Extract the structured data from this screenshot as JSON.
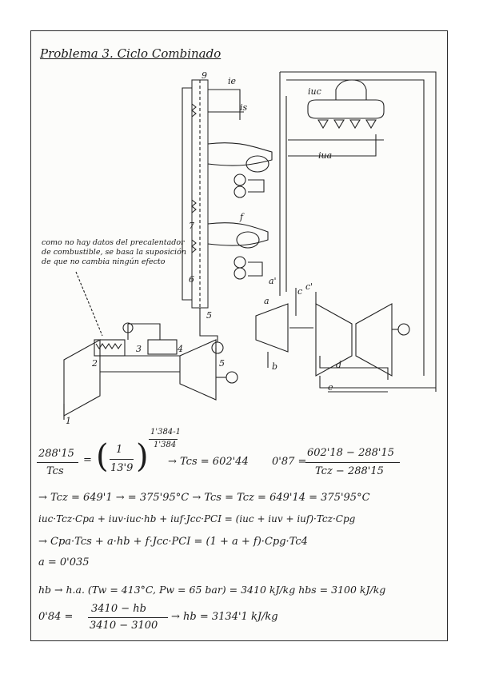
{
  "title": "Problema 3. Ciclo Combinado",
  "note": "como no hay datos del precalentador de combustible, se basa la suposición de que no cambia ningún efecto",
  "diagram_labels": {
    "point_9": "9",
    "ie": "ie",
    "is": "is",
    "iuc": "iuc",
    "iua": "iua",
    "point_f": "f",
    "point_7": "7",
    "point_6": "6",
    "point_a_prime": "a'",
    "point_c_prime": "c'",
    "point_a": "a",
    "point_c": "c",
    "point_5": "5",
    "point_b": "b",
    "point_d": "d",
    "point_e": "e",
    "point_2": "2",
    "point_3": "3",
    "point_4": "4",
    "point_s": "5",
    "point_1": "1"
  },
  "equations": {
    "eq1_left_num": "288'15",
    "eq1_left_den": "Tcs",
    "eq1_frac_num": "1",
    "eq1_frac_den": "13'9",
    "eq1_exp_num": "1'384-1",
    "eq1_exp_den": "1'384",
    "eq1_result": "→ Tcs = 602'44",
    "eq1_eff": "0'87 =",
    "eq1_eff_num": "602'18 − 288'15",
    "eq1_eff_den": "Tcz − 288'15",
    "line2": "→ Tcz = 649'1 → = 375'95°C → Tcs = Tcz = 649'14 = 375'95°C",
    "line3": "iuc·Tcz·Cpa + iuv·iuc·hb + iuf·Jcc·PCI = (iuc + iuv + iuf)·Tcz·Cpg",
    "line4": "→ Cpa·Tcs + a·hb + f·Jcc·PCI = (1 + a + f)·Cpg·Tc4",
    "line5": "a = 0'035",
    "line6": "hb → h.a. (Tw = 413°C, Pw = 65 bar) = 3410 kJ/kg   hbs = 3100 kJ/kg",
    "line7_lhs": "0'84 =",
    "line7_num": "3410 − hb",
    "line7_den": "3410 − 3100",
    "line7_rhs": "→ hb = 3134'1 kJ/kg"
  }
}
